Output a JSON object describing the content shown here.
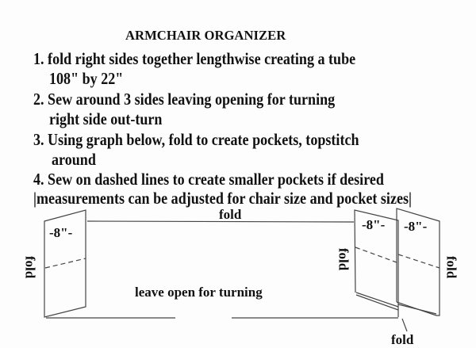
{
  "title": "ARMCHAIR ORGANIZER",
  "instructions": [
    "1. fold right sides together lengthwise creating a tube",
    "108\" by 22\"",
    "2. Sew around 3 sides leaving opening for turning",
    "right side out-turn",
    "3. Using graph below, fold to create pockets, topstitch",
    "around",
    "4. Sew on dashed lines to create smaller pockets if desired",
    "|measurements can be adjusted for chair size and pocket sizes|"
  ],
  "diagram": {
    "top_fold": "fold",
    "left_fold": "fold",
    "middle_fold": "fold",
    "right_fold": "fold",
    "bottom_fold": "fold",
    "left_pocket": "-8\"-",
    "middle_pocket": "-8\"-",
    "right_pocket": "-8\"-",
    "opening": "leave open for turning"
  }
}
